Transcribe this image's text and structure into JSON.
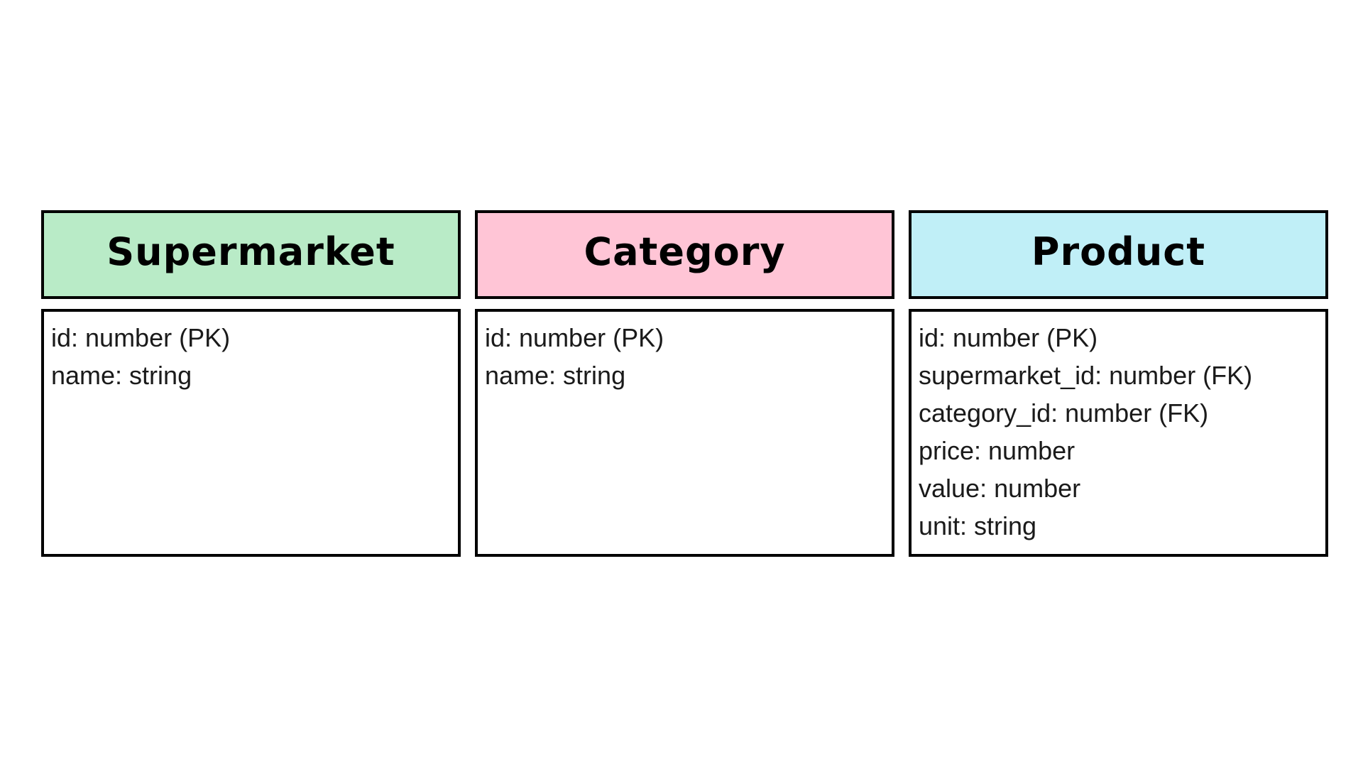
{
  "tables": [
    {
      "name": "Supermarket",
      "header_color": "#B9EBC7",
      "fields": [
        "id: number (PK)",
        "name: string"
      ]
    },
    {
      "name": "Category",
      "header_color": "#FFC5D6",
      "fields": [
        "id: number (PK)",
        "name: string"
      ]
    },
    {
      "name": "Product",
      "header_color": "#C0EFF7",
      "fields": [
        "id: number (PK)",
        "supermarket_id: number (FK)",
        "category_id: number (FK)",
        "price: number",
        "value: number",
        "unit: string"
      ]
    }
  ]
}
